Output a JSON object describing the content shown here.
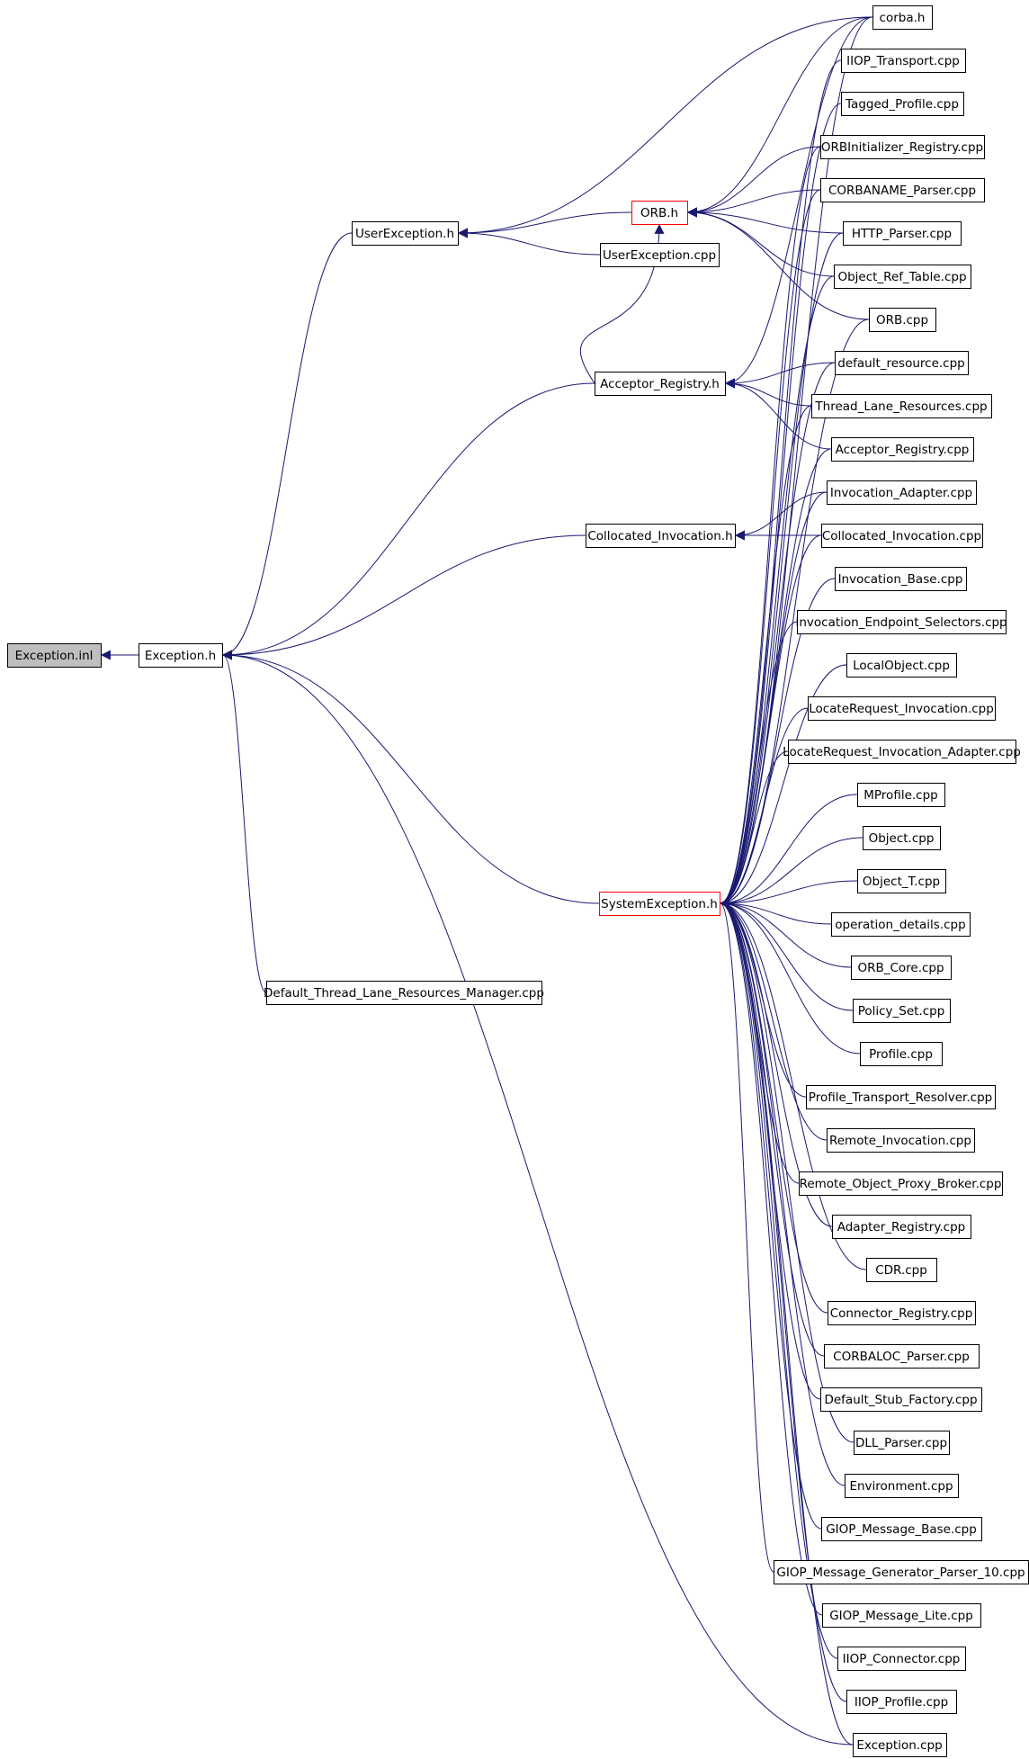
{
  "colors": {
    "edge": "#191970",
    "border": "#000000",
    "border_red": "#ff0000",
    "root_fill": "#bfbfbf",
    "fill": "#ffffff"
  },
  "nodes": [
    {
      "id": "exception-inl",
      "label": "Exception.inl",
      "style": "root"
    },
    {
      "id": "exception-h",
      "label": "Exception.h",
      "style": "normal"
    },
    {
      "id": "userexception-h",
      "label": "UserException.h",
      "style": "normal"
    },
    {
      "id": "acceptor-registry-h",
      "label": "Acceptor_Registry.h",
      "style": "normal"
    },
    {
      "id": "collocated-invocation-h",
      "label": "Collocated_Invocation.h",
      "style": "normal"
    },
    {
      "id": "systemexception-h",
      "label": "SystemException.h",
      "style": "red"
    },
    {
      "id": "default-thread-lane-resources-manager-cpp",
      "label": "Default_Thread_Lane_Resources_Manager.cpp",
      "style": "normal"
    },
    {
      "id": "orb-h",
      "label": "ORB.h",
      "style": "red"
    },
    {
      "id": "userexception-cpp",
      "label": "UserException.cpp",
      "style": "normal"
    },
    {
      "id": "corba-h",
      "label": "corba.h",
      "style": "normal"
    },
    {
      "id": "iiop-transport-cpp",
      "label": "IIOP_Transport.cpp",
      "style": "normal"
    },
    {
      "id": "tagged-profile-cpp",
      "label": "Tagged_Profile.cpp",
      "style": "normal"
    },
    {
      "id": "orbinitializer-registry-cpp",
      "label": "ORBInitializer_Registry.cpp",
      "style": "normal"
    },
    {
      "id": "corbaname-parser-cpp",
      "label": "CORBANAME_Parser.cpp",
      "style": "normal"
    },
    {
      "id": "http-parser-cpp",
      "label": "HTTP_Parser.cpp",
      "style": "normal"
    },
    {
      "id": "object-ref-table-cpp",
      "label": "Object_Ref_Table.cpp",
      "style": "normal"
    },
    {
      "id": "orb-cpp",
      "label": "ORB.cpp",
      "style": "normal"
    },
    {
      "id": "default-resource-cpp",
      "label": "default_resource.cpp",
      "style": "normal"
    },
    {
      "id": "thread-lane-resources-cpp",
      "label": "Thread_Lane_Resources.cpp",
      "style": "normal"
    },
    {
      "id": "acceptor-registry-cpp",
      "label": "Acceptor_Registry.cpp",
      "style": "normal"
    },
    {
      "id": "invocation-adapter-cpp",
      "label": "Invocation_Adapter.cpp",
      "style": "normal"
    },
    {
      "id": "collocated-invocation-cpp",
      "label": "Collocated_Invocation.cpp",
      "style": "normal"
    },
    {
      "id": "invocation-base-cpp",
      "label": "Invocation_Base.cpp",
      "style": "normal"
    },
    {
      "id": "invocation-endpoint-selectors-cpp",
      "label": "Invocation_Endpoint_Selectors.cpp",
      "style": "normal"
    },
    {
      "id": "localobject-cpp",
      "label": "LocalObject.cpp",
      "style": "normal"
    },
    {
      "id": "locaterequest-invocation-cpp",
      "label": "LocateRequest_Invocation.cpp",
      "style": "normal"
    },
    {
      "id": "locaterequest-invocation-adapter-cpp",
      "label": "LocateRequest_Invocation_Adapter.cpp",
      "style": "normal"
    },
    {
      "id": "mprofile-cpp",
      "label": "MProfile.cpp",
      "style": "normal"
    },
    {
      "id": "object-cpp",
      "label": "Object.cpp",
      "style": "normal"
    },
    {
      "id": "object-t-cpp",
      "label": "Object_T.cpp",
      "style": "normal"
    },
    {
      "id": "operation-details-cpp",
      "label": "operation_details.cpp",
      "style": "normal"
    },
    {
      "id": "orb-core-cpp",
      "label": "ORB_Core.cpp",
      "style": "normal"
    },
    {
      "id": "policy-set-cpp",
      "label": "Policy_Set.cpp",
      "style": "normal"
    },
    {
      "id": "profile-cpp",
      "label": "Profile.cpp",
      "style": "normal"
    },
    {
      "id": "profile-transport-resolver-cpp",
      "label": "Profile_Transport_Resolver.cpp",
      "style": "normal"
    },
    {
      "id": "remote-invocation-cpp",
      "label": "Remote_Invocation.cpp",
      "style": "normal"
    },
    {
      "id": "remote-object-proxy-broker-cpp",
      "label": "Remote_Object_Proxy_Broker.cpp",
      "style": "normal"
    },
    {
      "id": "adapter-registry-cpp",
      "label": "Adapter_Registry.cpp",
      "style": "normal"
    },
    {
      "id": "cdr-cpp",
      "label": "CDR.cpp",
      "style": "normal"
    },
    {
      "id": "connector-registry-cpp",
      "label": "Connector_Registry.cpp",
      "style": "normal"
    },
    {
      "id": "corbaloc-parser-cpp",
      "label": "CORBALOC_Parser.cpp",
      "style": "normal"
    },
    {
      "id": "default-stub-factory-cpp",
      "label": "Default_Stub_Factory.cpp",
      "style": "normal"
    },
    {
      "id": "dll-parser-cpp",
      "label": "DLL_Parser.cpp",
      "style": "normal"
    },
    {
      "id": "environment-cpp",
      "label": "Environment.cpp",
      "style": "normal"
    },
    {
      "id": "giop-message-base-cpp",
      "label": "GIOP_Message_Base.cpp",
      "style": "normal"
    },
    {
      "id": "giop-message-generator-parser-10-cpp",
      "label": "GIOP_Message_Generator_Parser_10.cpp",
      "style": "normal"
    },
    {
      "id": "giop-message-lite-cpp",
      "label": "GIOP_Message_Lite.cpp",
      "style": "normal"
    },
    {
      "id": "iiop-connector-cpp",
      "label": "IIOP_Connector.cpp",
      "style": "normal"
    },
    {
      "id": "iiop-profile-cpp",
      "label": "IIOP_Profile.cpp",
      "style": "normal"
    },
    {
      "id": "exception-cpp",
      "label": "Exception.cpp",
      "style": "normal"
    }
  ]
}
